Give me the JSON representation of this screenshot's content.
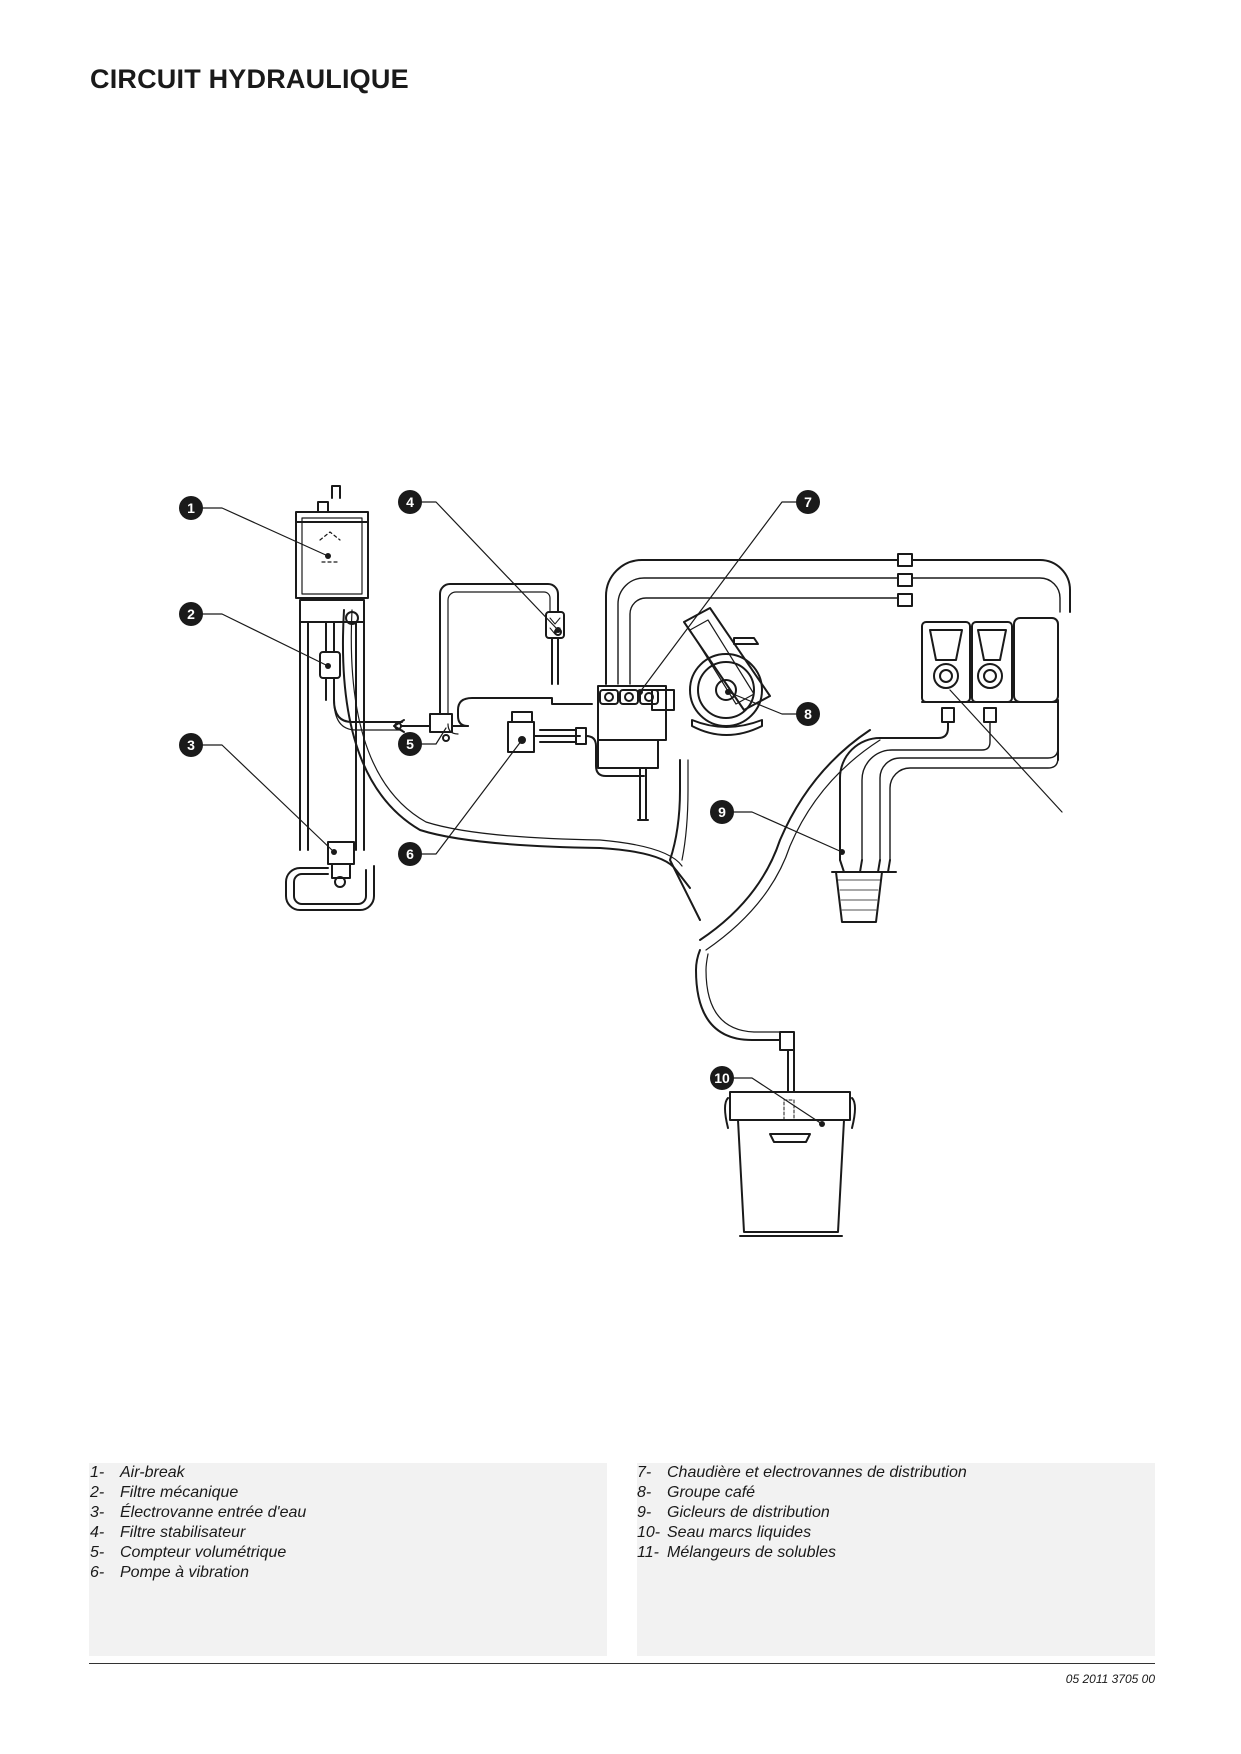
{
  "page": {
    "title": "CIRCUIT HYDRAULIQUE",
    "doc_code": "05  2011 3705 00"
  },
  "callouts": [
    "1",
    "2",
    "3",
    "4",
    "5",
    "6",
    "7",
    "8",
    "9",
    "10"
  ],
  "legend": {
    "left": [
      {
        "num": "1-",
        "label": "Air-break"
      },
      {
        "num": "2-",
        "label": "Filtre mécanique"
      },
      {
        "num": "3-",
        "label": "Électrovanne entrée d'eau"
      },
      {
        "num": "4-",
        "label": "Filtre stabilisateur"
      },
      {
        "num": "5-",
        "label": "Compteur volumétrique"
      },
      {
        "num": "6-",
        "label": "Pompe à vibration"
      }
    ],
    "right": [
      {
        "num": "7-",
        "label": "Chaudière et electrovannes de distribution"
      },
      {
        "num": "8-",
        "label": "Groupe café"
      },
      {
        "num": "9-",
        "label": "Gicleurs de distribution"
      },
      {
        "num": "10-",
        "label": "Seau marcs liquides"
      },
      {
        "num": "11-",
        "label": "Mélangeurs de solubles"
      }
    ]
  }
}
